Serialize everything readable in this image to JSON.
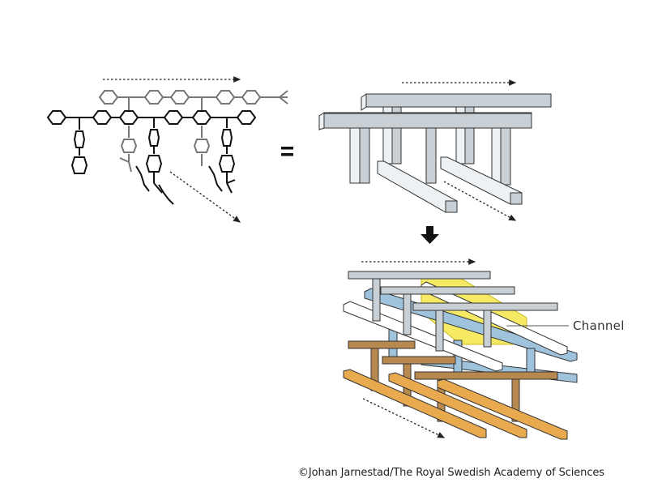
{
  "figure": {
    "title": "Molecular chains assembled into a framework with channels",
    "panels": [
      {
        "name": "molecular-structure",
        "description": "Polymer chains of linked benzene rings (black and grey), two stacked layers"
      },
      {
        "name": "simplified-model",
        "description": "Grey T-shaped beam model equivalent to the molecular chain"
      },
      {
        "name": "framework-assembly",
        "description": "Stacked layers (grey, blue, white, brown/orange) forming a crystalline framework with a channel"
      }
    ],
    "symbols": {
      "equals": "=",
      "down_arrow": "down-arrow"
    },
    "labels": {
      "channel": "Channel"
    },
    "colors": {
      "grey_beam": "#c9d0d5",
      "grey_side": "#eef1f3",
      "blue_beam": "#9fc3dc",
      "white_beam": "#ffffff",
      "brown_beam": "#b8894f",
      "orange_beam": "#e8a94f",
      "channel_yellow": "#f5e64a",
      "outline": "#333333"
    },
    "credit": "©Johan Jarnestad/The Royal Swedish Academy of Sciences"
  }
}
